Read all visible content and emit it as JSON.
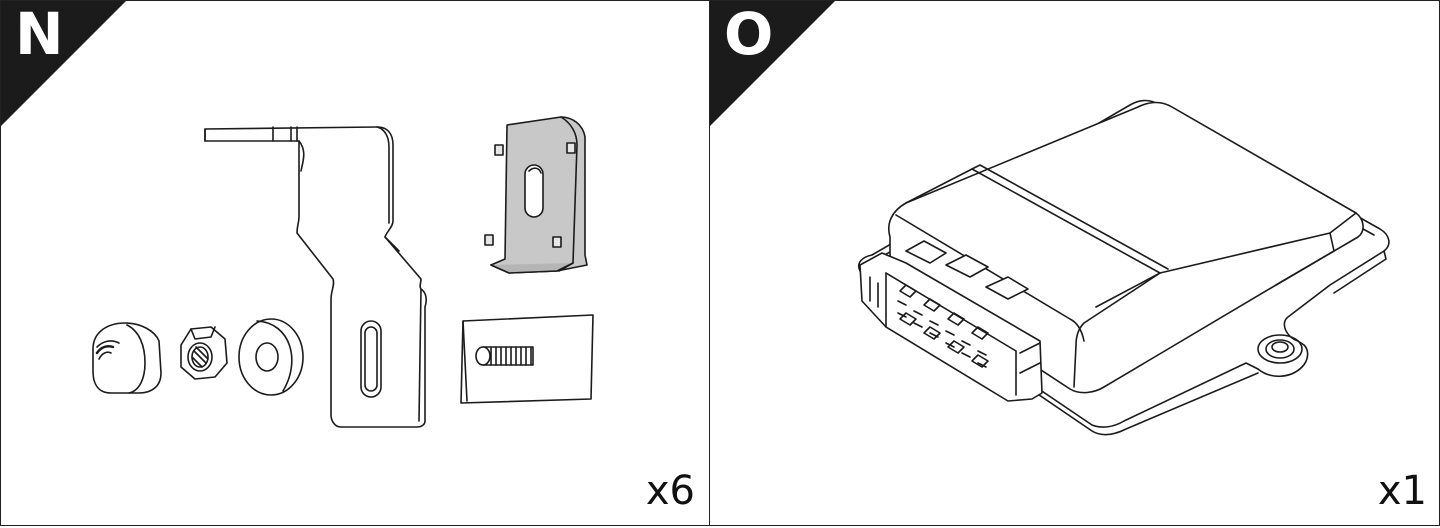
{
  "panels": [
    {
      "letter": "N",
      "quantity": "x6"
    },
    {
      "letter": "O",
      "quantity": "x1"
    }
  ],
  "colors": {
    "line": "#1b1b1b",
    "bracket_fill": "#c8c8c8",
    "background": "#ffffff"
  }
}
